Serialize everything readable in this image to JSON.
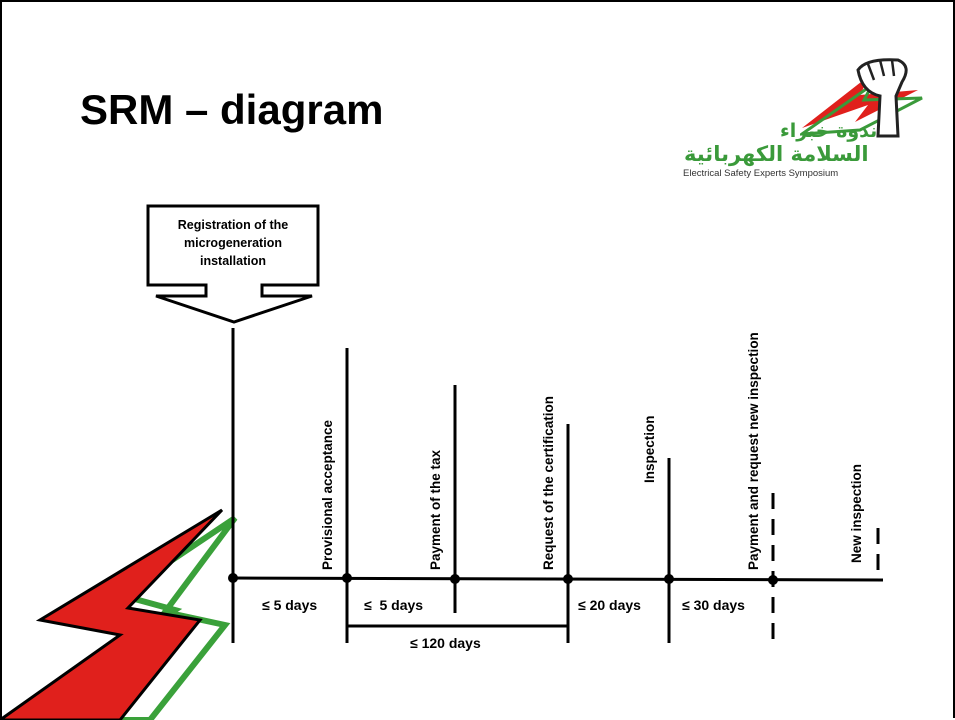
{
  "title": "SRM – diagram",
  "logo": {
    "arabic_line1": "ندوة خبراء",
    "arabic_line2": "السلامة الكهربائية",
    "english": "Electrical Safety Experts Symposium",
    "colors": {
      "green": "#3a9a3a",
      "red": "#e0201c"
    }
  },
  "registration_box": {
    "lines": [
      "Registration of the",
      "microgeneration",
      "installation"
    ]
  },
  "milestones": [
    {
      "label": "Provisional acceptance"
    },
    {
      "label": "Payment of the tax"
    },
    {
      "label": "Request of the certification"
    },
    {
      "label": "Inspection"
    },
    {
      "label": "Payment and request new inspection"
    },
    {
      "label": "New  inspection"
    }
  ],
  "durations": [
    {
      "label": "≤ 5 days"
    },
    {
      "label": "≤  5 days"
    },
    {
      "label": "≤ 20 days"
    },
    {
      "label": "≤ 30 days"
    },
    {
      "label": "≤ 120 days"
    }
  ]
}
